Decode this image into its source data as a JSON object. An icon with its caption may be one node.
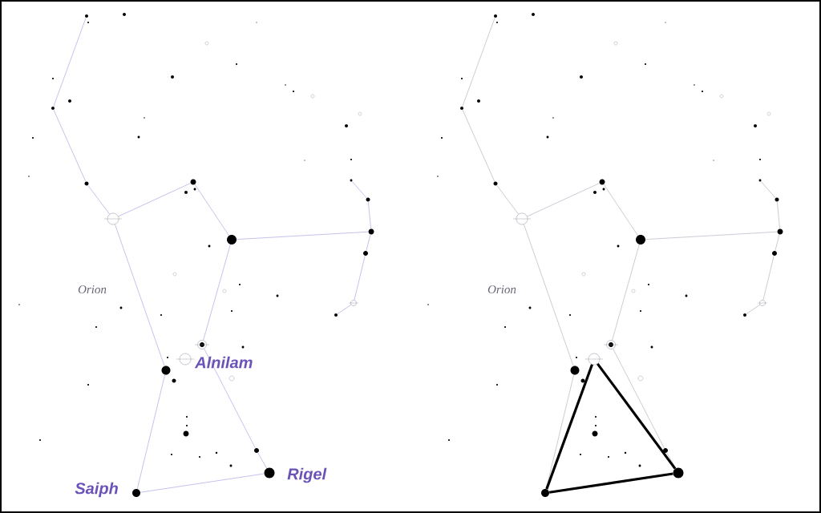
{
  "diagram": {
    "nodes": [
      {
        "text": [],
        "shape": "circle"
      },
      {
        "text": [],
        "shape": "circle"
      },
      {
        "text": [],
        "shape": "circle"
      },
      {
        "text": [],
        "shape": "circle"
      },
      {
        "text": [],
        "shape": "circle"
      },
      {
        "text": [],
        "shape": "circle"
      },
      {
        "text": [],
        "shape": "circle"
      },
      {
        "text": [],
        "shape": "circle",
        "beside": [
          "Alnilam"
        ]
      },
      {
        "text": [],
        "shape": "circle"
      },
      {
        "text": [],
        "shape": "circle"
      },
      {
        "text": [],
        "shape": "circle",
        "beside": [
          "Rigel"
        ]
      },
      {
        "text": [],
        "shape": "circle",
        "beside": [
          "Saiph"
        ]
      },
      {
        "text": [],
        "shape": "circle"
      },
      {
        "text": [],
        "shape": "circle"
      },
      {
        "text": [],
        "shape": "circle"
      },
      {
        "text": [],
        "shape": "circle"
      },
      {
        "text": [],
        "shape": "circle"
      },
      {
        "text": [],
        "shape": "circle"
      },
      {
        "text": [],
        "shape": "circle"
      },
      {
        "text": [],
        "shape": "circle"
      },
      {
        "text": [],
        "shape": "circle"
      },
      {
        "text": [],
        "shape": "circle"
      },
      {
        "text": [],
        "shape": "circle"
      },
      {
        "text": [],
        "shape": "circle"
      },
      {
        "text": [],
        "shape": "circle"
      },
      {
        "text": [],
        "shape": "circle"
      },
      {
        "text": [],
        "shape": "circle"
      },
      {
        "text": [],
        "shape": "circle"
      },
      {
        "text": [],
        "shape": "circle"
      },
      {
        "text": [],
        "shape": "circle"
      },
      {
        "text": [],
        "shape": "circle"
      },
      {
        "text": [],
        "shape": "circle"
      },
      {
        "text": [],
        "shape": "circle"
      },
      {
        "text": [],
        "shape": "circle"
      },
      {
        "text": [],
        "shape": "circle"
      },
      {
        "text": [],
        "shape": "circle"
      }
    ],
    "edges": [
      {
        "from": 0,
        "to": 1,
        "arrow": "none"
      },
      {
        "from": 1,
        "to": 2,
        "arrow": "none"
      },
      {
        "from": 2,
        "to": 3,
        "arrow": "none"
      },
      {
        "from": 3,
        "to": 4,
        "arrow": "none"
      },
      {
        "from": 4,
        "to": 5,
        "arrow": "none"
      },
      {
        "from": 3,
        "to": 8,
        "arrow": "none"
      },
      {
        "from": 8,
        "to": 11,
        "arrow": "none"
      },
      {
        "from": 11,
        "to": 10,
        "arrow": "none"
      },
      {
        "from": 10,
        "to": 9,
        "arrow": "none"
      },
      {
        "from": 9,
        "to": 6,
        "arrow": "none"
      },
      {
        "from": 6,
        "to": 5,
        "arrow": "none"
      },
      {
        "from": 5,
        "to": 14,
        "arrow": "none"
      },
      {
        "from": 12,
        "to": 13,
        "arrow": "none"
      },
      {
        "from": 13,
        "to": 14,
        "arrow": "none"
      },
      {
        "from": 14,
        "to": 15,
        "arrow": "none"
      },
      {
        "from": 15,
        "to": 16,
        "arrow": "none"
      },
      {
        "from": 16,
        "to": 17,
        "arrow": "none"
      },
      {
        "from": 18,
        "to": 19,
        "arrow": "none",
        "color": "#a8a8b8"
      },
      {
        "from": 19,
        "to": 20,
        "arrow": "none",
        "color": "#a8a8b8"
      },
      {
        "from": 20,
        "to": 21,
        "arrow": "none",
        "color": "#a8a8b8"
      },
      {
        "from": 21,
        "to": 22,
        "arrow": "none",
        "color": "#a8a8b8"
      },
      {
        "from": 22,
        "to": 23,
        "arrow": "none",
        "color": "#a8a8b8"
      },
      {
        "from": 21,
        "to": 26,
        "arrow": "none",
        "color": "#a8a8b8"
      },
      {
        "from": 26,
        "to": 29,
        "arrow": "none",
        "color": "#a8a8b8"
      },
      {
        "from": 28,
        "to": 27,
        "arrow": "none",
        "color": "#a8a8b8"
      },
      {
        "from": 27,
        "to": 24,
        "arrow": "none",
        "color": "#a8a8b8"
      },
      {
        "from": 24,
        "to": 23,
        "arrow": "none",
        "color": "#a8a8b8"
      },
      {
        "from": 23,
        "to": 32,
        "arrow": "none",
        "color": "#a8a8b8"
      },
      {
        "from": 30,
        "to": 31,
        "arrow": "none",
        "color": "#a8a8b8"
      },
      {
        "from": 31,
        "to": 32,
        "arrow": "none",
        "color": "#a8a8b8"
      },
      {
        "from": 32,
        "to": 33,
        "arrow": "none",
        "color": "#a8a8b8"
      },
      {
        "from": 33,
        "to": 34,
        "arrow": "none",
        "color": "#a8a8b8"
      },
      {
        "from": 34,
        "to": 35,
        "arrow": "none",
        "color": "#a8a8b8"
      },
      {
        "from": 25,
        "to": 29,
        "arrow": "none",
        "style": "thick",
        "color": "#000000"
      },
      {
        "from": 29,
        "to": 28,
        "arrow": "none",
        "style": "thick",
        "color": "#000000"
      },
      {
        "from": 28,
        "to": 25,
        "arrow": "none",
        "style": "thick",
        "color": "#000000"
      }
    ],
    "labels": [
      "Orion",
      "Orion"
    ]
  }
}
